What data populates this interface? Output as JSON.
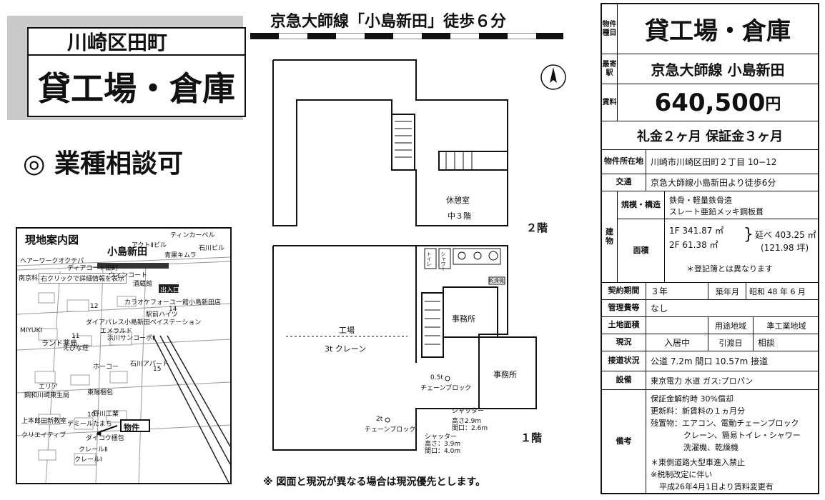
{
  "left": {
    "area": "川崎区田町",
    "type": "貸工場・倉庫",
    "consult": "◎ 業種相談可"
  },
  "map": {
    "title": "現地案内図",
    "labels": [
      "小島新田",
      "ヘアーワークオクテパ",
      "ディアコート田町",
      "南京料理",
      "右クリックで詳細情報を表示",
      "ウィンコート",
      "酒蔵館",
      "出入口",
      "カラオケフォーユー館小島新田店",
      "駅前ハイツ",
      "ダイアパレス小島新田ベイステーション",
      "エメラルド",
      "浜川サンコーポⅡ",
      "ランド薬局",
      "えびな荘",
      "石川アパート",
      "ホーコー",
      "エリア",
      "鋼和川崎東生局",
      "東陽梱包",
      "野川工業",
      "デミールたまち",
      "クリエイティブ",
      "ダイコウ梱包",
      "クレールⅡ",
      "クレールⅠ",
      "物件",
      "アクトⅡビル",
      "石川ビル",
      "ティンカーベル",
      "青果キムラ",
      "MIYUKI",
      "上本郎田新教室",
      "12",
      "11",
      "14",
      "15",
      "10"
    ]
  },
  "header": {
    "station": "京急大師線「小島新田」徒歩６分"
  },
  "plan": {
    "rest_room": "休憩室",
    "mezz": "中３階",
    "floor2": "２階",
    "floor1": "１階",
    "factory": "工場",
    "crane3t": "3t クレーン",
    "office1": "事務所",
    "office2": "事務所",
    "chain05": "0.5t",
    "chain_block": "チェーンブロック",
    "chain2": "2t",
    "shutter1": [
      "シャッター",
      "高さ2.9m",
      "間口：2.6m"
    ],
    "shutter2": [
      "シャッター",
      "高さ：3.9m",
      "間口：4.0m"
    ],
    "toilet": "トイレ",
    "shower": "シャワー",
    "dryer": "乾燥機"
  },
  "note": "※ 図面と現況が異なる場合は現況優先とします。",
  "table": {
    "type_label": "物件種目",
    "type_value": "貸工場・倉庫",
    "station_label": "最寄駅",
    "station_value": "京急大師線 小島新田",
    "rent_label": "賃料",
    "rent_value": "640,500",
    "rent_unit": "円",
    "deposit": "礼金２ヶ月 保証金３ヶ月",
    "address_label": "物件所在地",
    "address_value": "川崎市川崎区田町２丁目 10−12",
    "access_label": "交通",
    "access_value": "京急大師線小島新田より徒歩6分",
    "building_label": "建物",
    "structure_label": "規模・構造",
    "structure_value1": "鉄骨・軽量鉄骨造",
    "structure_value2": "スレート亜鉛メッキ鋼板葺",
    "area_label": "面積",
    "area_1f": "1F 341.87 ㎡",
    "area_2f": "2F 61.38 ㎡",
    "area_total": "延べ 403.25 ㎡",
    "area_tsubo": "(121.98 坪)",
    "area_note": "＊登記簿とは異なります",
    "contract_label": "契約期間",
    "contract_value": "３年",
    "built_label": "築年月",
    "built_value": "昭和 48 年 6 月",
    "mgmt_label": "管理費等",
    "mgmt_value": "なし",
    "land_label": "土地面積",
    "zone_label": "用途地域",
    "zone_value": "準工業地域",
    "status_label": "現況",
    "status_value": "入居中",
    "handover_label": "引渡日",
    "handover_value": "相談",
    "road_label": "接道状況",
    "road_value": "公道 7.2m 間口 10.57m 接道",
    "equip_label": "設備",
    "equip_value": "東京電力 水道 ガス:プロパン",
    "remarks_label": "備考",
    "remarks": [
      "保証金解約時 30%償却",
      "更新料：新賃料の１ヵ月分",
      "残置物：エアコン、電動チェーンブロック",
      "クレーン、簡易トイレ・シャワー",
      "洗濯機、乾燥機",
      "＊東側道路大型車進入禁止",
      "※税制改定に伴い",
      "平成26年4月1日より賃料変更有"
    ]
  }
}
